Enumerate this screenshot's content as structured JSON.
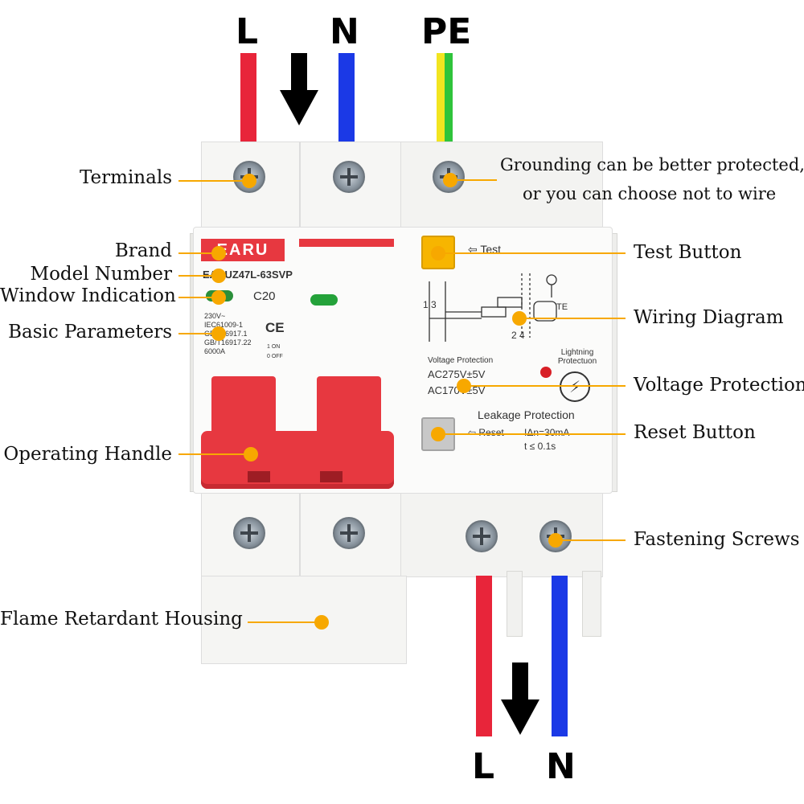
{
  "wires": {
    "top": {
      "l": "L",
      "n": "N",
      "pe": "PE"
    },
    "bottom": {
      "l": "L",
      "n": "N"
    }
  },
  "colors": {
    "live": "#e8253a",
    "neutral": "#1b39e6",
    "earth_yellow": "#f2e520",
    "earth_green": "#2fc43b",
    "callout": "#f7a800",
    "handle": "#e73840"
  },
  "device": {
    "brand": "EARU",
    "model": "EARUZ47L-63SVP",
    "rating": "C20",
    "params": [
      "230V~",
      "IEC61009-1",
      "GB/T16917.1",
      "GB/T16917.22",
      "6000A"
    ],
    "on_label": "1 ON",
    "off_label": "0 OFF",
    "test_label": "Test",
    "voltage_protection_title": "Voltage Protection",
    "voltage_high": "AC275V±5V",
    "voltage_low": "AC170V±5V",
    "lightning": "Lightning Protectuon",
    "leakage_title": "Leakage Protection",
    "reset_label": "Reset",
    "leakage_current": "IΔn=30mA",
    "trip_time": "t ≤ 0.1s",
    "diagram_numbers_top": "1  3",
    "diagram_numbers_bottom": "2 4",
    "diagram_te": "TE"
  },
  "callouts": {
    "terminals": "Terminals",
    "brand": "Brand",
    "model_number": "Model Number",
    "window_indication": "Window Indication",
    "basic_parameters": "Basic Parameters",
    "operating_handle": "Operating Handle",
    "flame_retardant_housing": "Flame Retardant Housing",
    "grounding_line1": "Grounding can be better protected,",
    "grounding_line2": "or you can choose not to wire",
    "test_button": "Test Button",
    "wiring_diagram": "Wiring Diagram",
    "voltage_protection": "Voltage Protection",
    "reset_button": "Reset Button",
    "fastening_screws": "Fastening Screws"
  }
}
